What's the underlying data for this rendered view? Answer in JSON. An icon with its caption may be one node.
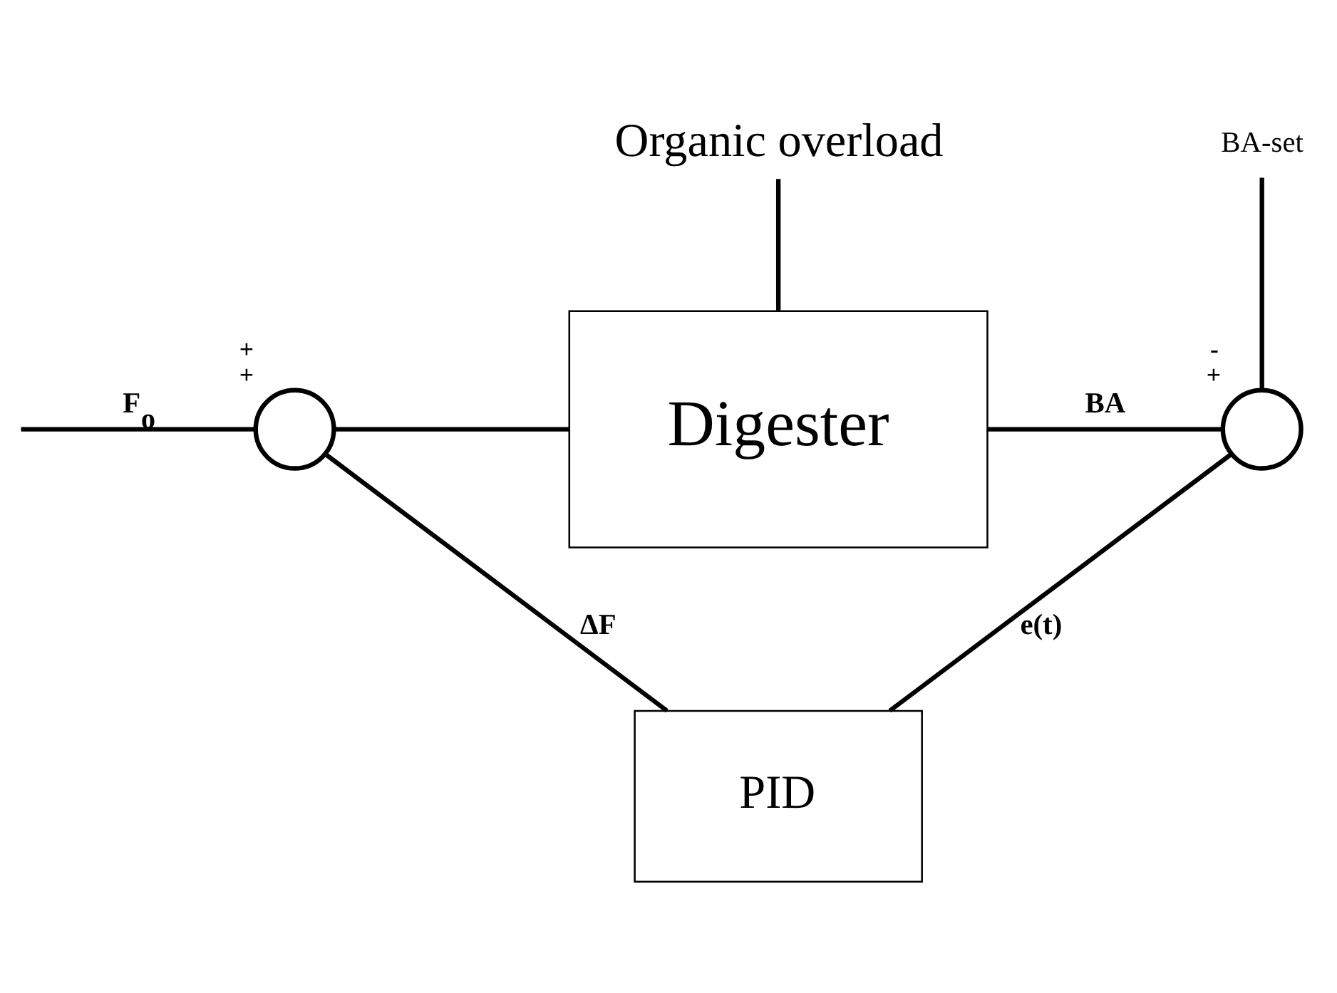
{
  "diagram": {
    "nodes": [
      {
        "text": [
          "Organic overload"
        ]
      },
      {
        "text": [],
        "shape": "circle",
        "beside": [
          "+",
          "+"
        ]
      },
      {
        "text": [
          "Digester"
        ]
      },
      {
        "text": [],
        "shape": "circle",
        "beside": [
          "-",
          "+"
        ]
      },
      {
        "text": [
          "BA-set"
        ]
      },
      {
        "text": [
          "PID"
        ]
      }
    ],
    "edges": [
      {
        "from": 0,
        "to": 2,
        "arrow": "none"
      },
      {
        "from": null,
        "to": 1,
        "arrow": "none",
        "label": "F$_{o}$"
      },
      {
        "from": 1,
        "to": 2,
        "arrow": "none"
      },
      {
        "from": 2,
        "to": 3,
        "arrow": "none",
        "label": "BA"
      },
      {
        "from": 4,
        "to": 3,
        "arrow": "none"
      },
      {
        "from": 3,
        "to": 5,
        "arrow": "none",
        "label": "e(t)"
      },
      {
        "from": 5,
        "to": 1,
        "arrow": "none",
        "label": "ΔF"
      }
    ]
  }
}
